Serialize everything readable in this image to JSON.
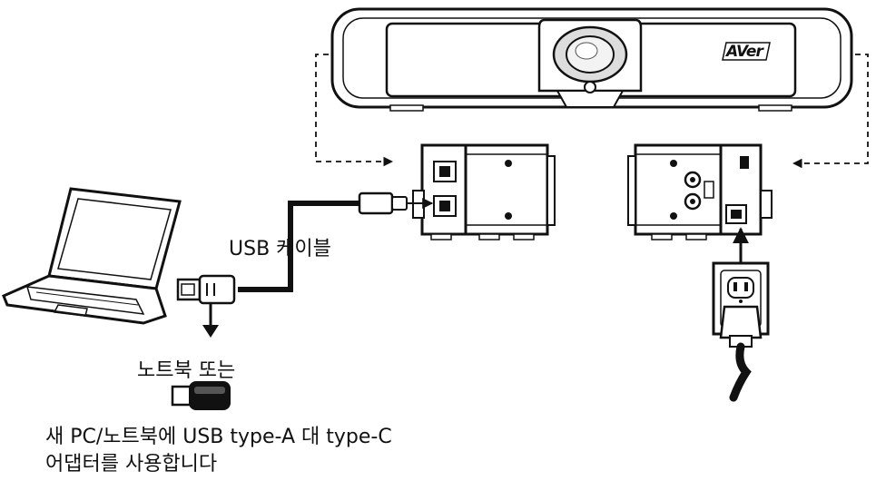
{
  "labels": {
    "usb_cable": "USB 케이블",
    "laptop_or": "노트북 또는",
    "note_line1": "새 PC/노트북에 USB type-A 대 type-C",
    "note_line2": "어댑터를 사용합니다"
  },
  "logo": "AVer",
  "colors": {
    "ink": "#111111",
    "fill_light": "#ffffff",
    "shade": "#cfcfcf"
  },
  "icons": [
    "camera-soundbar",
    "laptop",
    "usb-a-plug",
    "usb-c-adapter",
    "power-outlet",
    "power-plug",
    "left-mount-bracket",
    "right-mount-bracket"
  ]
}
